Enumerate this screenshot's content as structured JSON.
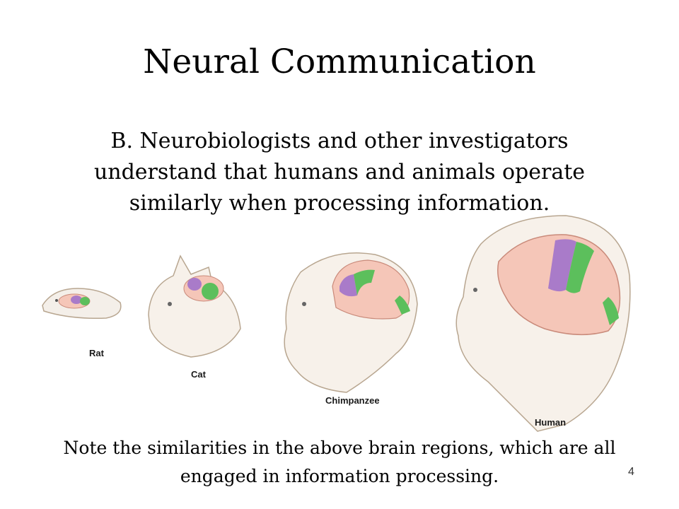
{
  "slide": {
    "title": "Neural Communication",
    "body_lines": [
      "B. Neurobiologists and other investigators",
      "understand that humans and animals operate",
      "similarly when processing information."
    ],
    "note_lines": [
      "Note the similarities in the above brain regions, which are all",
      "engaged in information processing."
    ],
    "slide_number": "4"
  },
  "figure": {
    "labels": {
      "rat": "Rat",
      "cat": "Cat",
      "chimpanzee": "Chimpanzee",
      "human": "Human"
    },
    "colors": {
      "cortex": "#f5c6b8",
      "cortex_outline": "#c98a7a",
      "region_purple": "#a97bc9",
      "region_green": "#5cbf5c",
      "sketch": "#b8a690"
    }
  }
}
